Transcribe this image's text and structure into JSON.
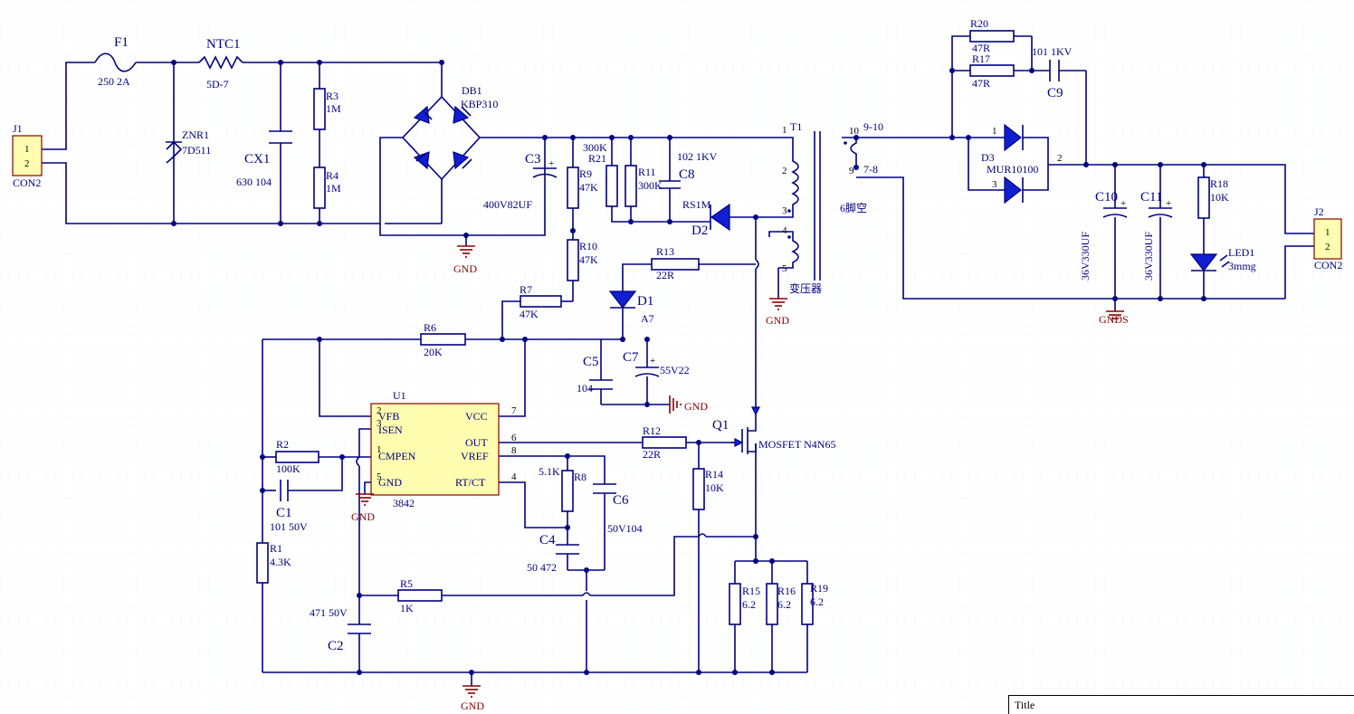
{
  "components": {
    "F1": {
      "ref": "F1",
      "value": "250 2A"
    },
    "NTC1": {
      "ref": "NTC1",
      "value": "5D-7"
    },
    "ZNR1": {
      "ref": "ZNR1",
      "value": "7D511"
    },
    "CX1": {
      "ref": "CX1",
      "value": "630 104"
    },
    "R3": {
      "ref": "R3",
      "value": "1M"
    },
    "R4": {
      "ref": "R4",
      "value": "1M"
    },
    "DB1": {
      "ref": "DB1",
      "value": "KBP310"
    },
    "J1": {
      "ref": "J1",
      "value": "CON2",
      "pin1": "1",
      "pin2": "2"
    },
    "J2": {
      "ref": "J2",
      "value": "CON2",
      "pin1": "1",
      "pin2": "2"
    },
    "C3": {
      "ref": "C3",
      "value": "400V82UF"
    },
    "R9": {
      "ref": "R9",
      "value": "47K"
    },
    "R21": {
      "ref": "R21",
      "value": "300K"
    },
    "R11": {
      "ref": "R11",
      "value": "300K"
    },
    "C8": {
      "ref": "C8",
      "value": "102 1KV"
    },
    "D2": {
      "ref": "D2",
      "value": "RS1M"
    },
    "R10": {
      "ref": "R10",
      "value": "47K"
    },
    "R13": {
      "ref": "R13",
      "value": "22R"
    },
    "R7": {
      "ref": "R7",
      "value": "47K"
    },
    "D1": {
      "ref": "D1",
      "value": "A7"
    },
    "R6": {
      "ref": "R6",
      "value": "20K"
    },
    "C5": {
      "ref": "C5",
      "value": "104"
    },
    "C7": {
      "ref": "C7",
      "value": "55V22"
    },
    "R2": {
      "ref": "R2",
      "value": "100K"
    },
    "C1": {
      "ref": "C1",
      "value": "101 50V"
    },
    "R1": {
      "ref": "R1",
      "value": "4.3K"
    },
    "R8": {
      "ref": "R8",
      "value": "5.1K"
    },
    "C6": {
      "ref": "C6",
      "value": "50V104"
    },
    "C4": {
      "ref": "C4",
      "value": "50 472"
    },
    "R12": {
      "ref": "R12",
      "value": "22R"
    },
    "R14": {
      "ref": "R14",
      "value": "10K"
    },
    "Q1": {
      "ref": "Q1",
      "value": "MOSFET N4N65"
    },
    "R5": {
      "ref": "R5",
      "value": "1K"
    },
    "C2": {
      "ref": "C2",
      "value": "471 50V"
    },
    "R15": {
      "ref": "R15",
      "value": "6.2"
    },
    "R16": {
      "ref": "R16",
      "value": "6.2"
    },
    "R19": {
      "ref": "R19",
      "value": "6.2"
    },
    "T1": {
      "ref": "T1",
      "value": "变压器",
      "note": "6脚空",
      "tap_a": "9-10",
      "tap_b": "7-8"
    },
    "R20": {
      "ref": "R20",
      "value": "47R"
    },
    "R17": {
      "ref": "R17",
      "value": "47R"
    },
    "C9": {
      "ref": "C9",
      "value": "101 1KV"
    },
    "D3": {
      "ref": "D3",
      "value": "MUR10100"
    },
    "C10": {
      "ref": "C10",
      "value": "36V330UF"
    },
    "C11": {
      "ref": "C11",
      "value": "36V330UF"
    },
    "R18": {
      "ref": "R18",
      "value": "10K"
    },
    "LED1": {
      "ref": "LED1",
      "value": "3mmg"
    },
    "U1": {
      "ref": "U1",
      "value": "3842",
      "pins": {
        "vfb": "VFB",
        "isen": "ISEN",
        "cmpen": "CMPEN",
        "gnd": "GND",
        "vcc": "VCC",
        "out": "OUT",
        "vref": "VREF",
        "rtct": "RT/CT"
      },
      "pin_numbers": {
        "p1": "1",
        "p2": "2",
        "p3": "3",
        "p4": "4",
        "p5": "5",
        "p6": "6",
        "p7": "7",
        "p8": "8"
      }
    }
  },
  "pin_numbers": {
    "t1_p1": "1",
    "t1_p2": "2",
    "t1_p3": "3",
    "t1_p4": "4",
    "t1_p5": "5",
    "t1_p10": "10",
    "t1_p9": "9",
    "d3_p1": "1",
    "d3_p2": "2",
    "d3_p3": "3"
  },
  "nets": {
    "gnd": "GND",
    "gnds": "GNDS"
  },
  "title_block": {
    "label": "Title"
  },
  "colors": {
    "wire": "#000080",
    "ic_fill": "#fffdb0",
    "ground": "#8b0000",
    "diode": "#1020d0"
  }
}
